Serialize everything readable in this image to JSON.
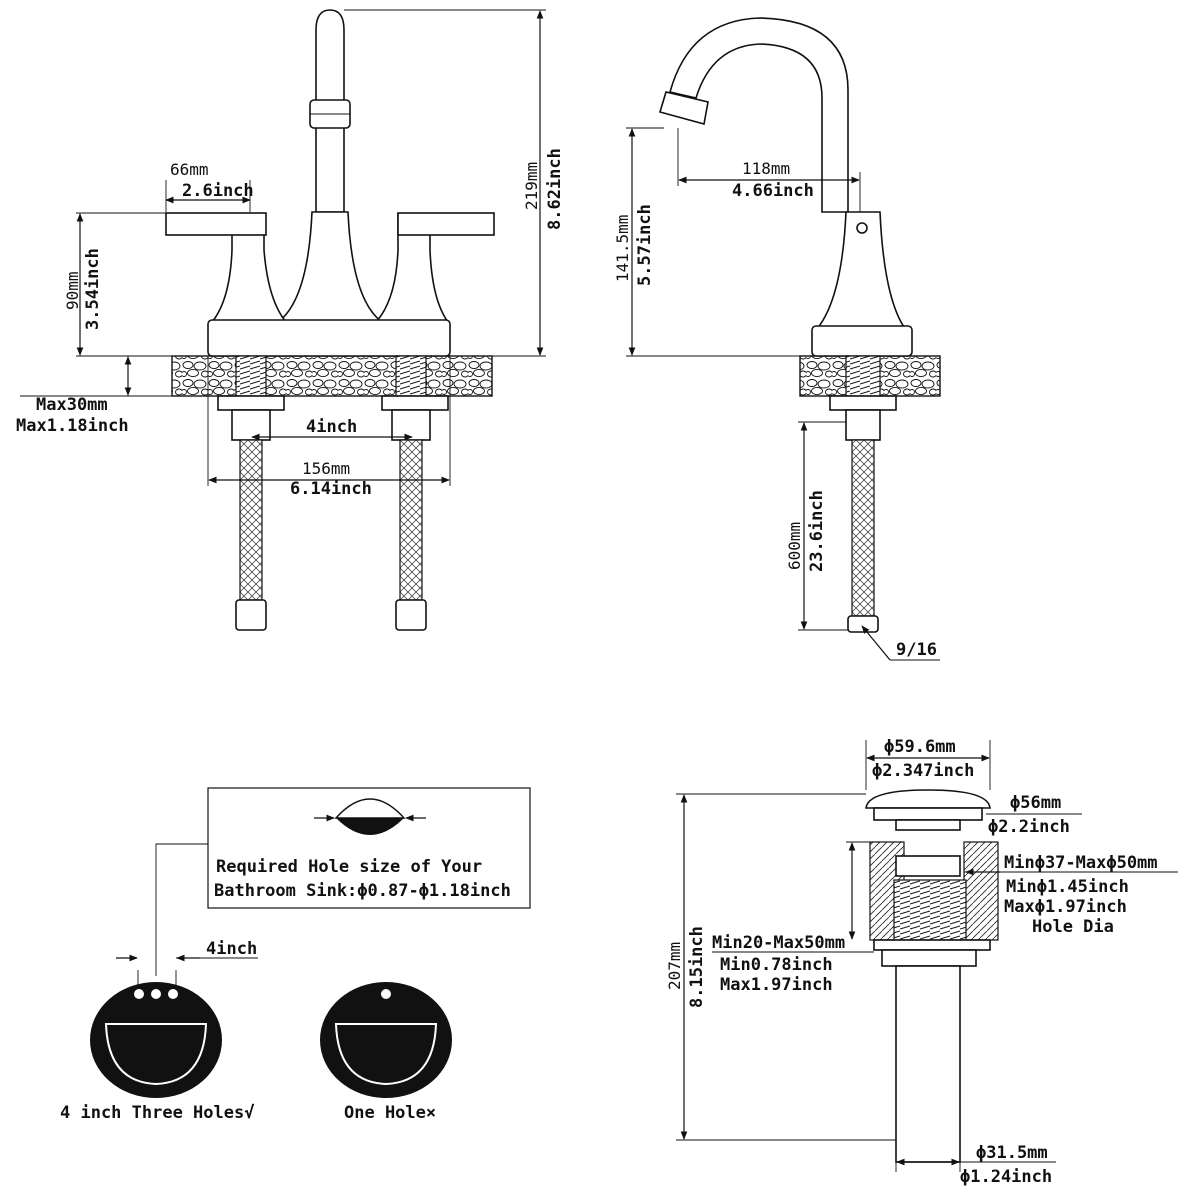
{
  "front_view": {
    "handle_spread_mm": "66mm",
    "handle_spread_in": "2.6inch",
    "handle_height_mm": "90mm",
    "handle_height_in": "3.54inch",
    "total_height_mm": "219mm",
    "total_height_in": "8.62inch",
    "deck_max_mm": "Max30mm",
    "deck_max_in": "Max1.18inch",
    "center_spread": "4inch",
    "overall_width_mm": "156mm",
    "overall_width_in": "6.14inch"
  },
  "side_view": {
    "reach_mm": "118mm",
    "reach_in": "4.66inch",
    "spout_height_mm": "141.5mm",
    "spout_height_in": "5.57inch",
    "hose_length_mm": "600mm",
    "hose_length_in": "23.6inch",
    "connector_size": "9/16"
  },
  "sink_guide": {
    "hole_note_line1": "Required Hole size of Your",
    "hole_note_line2": "Bathroom Sink:ϕ0.87-ϕ1.18inch",
    "hole_spacing": "4inch",
    "three_holes_caption": "4 inch Three Holes√",
    "one_hole_caption": "One Hole×"
  },
  "drain": {
    "cap_dia_mm": "ϕ59.6mm",
    "cap_dia_in": "ϕ2.347inch",
    "flange_dia_mm": "ϕ56mm",
    "flange_dia_in": "ϕ2.2inch",
    "hole_range_mm": "Minϕ37-Maxϕ50mm",
    "hole_min_in": "Minϕ1.45inch",
    "hole_max_in": "Maxϕ1.97inch",
    "hole_dia_label": "Hole Dia",
    "thickness_mm": "Min20-Max50mm",
    "thickness_min_in": "Min0.78inch",
    "thickness_max_in": "Max1.97inch",
    "height_mm": "207mm",
    "height_in": "8.15inch",
    "tail_dia_mm": "ϕ31.5mm",
    "tail_dia_in": "ϕ1.24inch"
  }
}
